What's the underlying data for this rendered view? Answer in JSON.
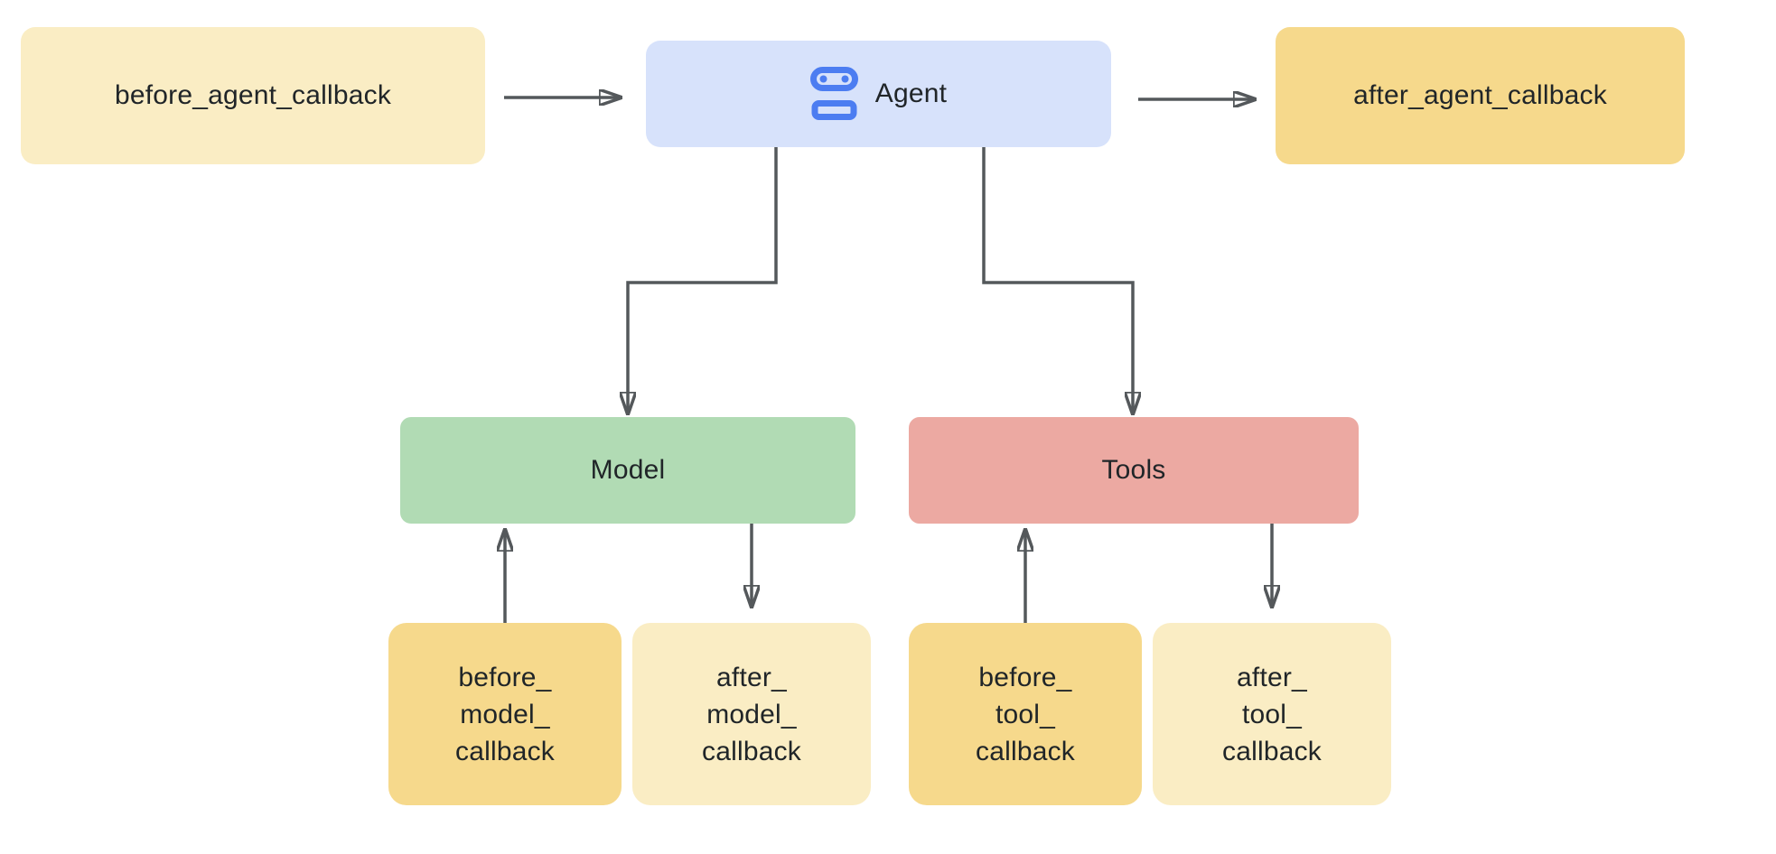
{
  "diagram": {
    "type": "flow-diagram",
    "nodes": {
      "before_agent": {
        "label": "before_agent_callback",
        "fill": "#FAEDC4"
      },
      "agent": {
        "label": "Agent",
        "fill": "#D7E2FB",
        "icon": "robot-icon",
        "icon_color": "#4C7DF1"
      },
      "after_agent": {
        "label": "after_agent_callback",
        "fill": "#F6D98C"
      },
      "model": {
        "label": "Model",
        "fill": "#B1DBB4"
      },
      "tools": {
        "label": "Tools",
        "fill": "#ECA9A2"
      },
      "before_model": {
        "label": "before_\nmodel_\ncallback",
        "fill": "#F6D98C"
      },
      "after_model": {
        "label": "after_\nmodel_\ncallback",
        "fill": "#FAEDC4"
      },
      "before_tool": {
        "label": "before_\ntool_\ncallback",
        "fill": "#F6D98C"
      },
      "after_tool": {
        "label": "after_\ntool_\ncallback",
        "fill": "#FAEDC4"
      }
    },
    "edges": [
      {
        "from": "before_agent_callback",
        "to": "Agent",
        "style": "straight-arrow"
      },
      {
        "from": "Agent",
        "to": "after_agent_callback",
        "style": "straight-arrow"
      },
      {
        "from": "Agent",
        "to": "Model",
        "style": "elbow-arrow"
      },
      {
        "from": "Agent",
        "to": "Tools",
        "style": "elbow-arrow"
      },
      {
        "from": "before_model_callback",
        "to": "Model",
        "style": "up-arrow"
      },
      {
        "from": "Model",
        "to": "after_model_callback",
        "style": "down-arrow"
      },
      {
        "from": "before_tool_callback",
        "to": "Tools",
        "style": "up-arrow"
      },
      {
        "from": "Tools",
        "to": "after_tool_callback",
        "style": "down-arrow"
      }
    ],
    "colors": {
      "background": "#FFFFFF",
      "arrow": "#54585B",
      "text": "#202528",
      "agent_fill": "#D7E2FB",
      "robot_icon_blue": "#4C7DF1",
      "model_fill": "#B1DBB4",
      "tools_fill": "#ECA9A2",
      "callback_light_fill": "#FAEDC4",
      "callback_amber_fill": "#F6D98C"
    }
  }
}
